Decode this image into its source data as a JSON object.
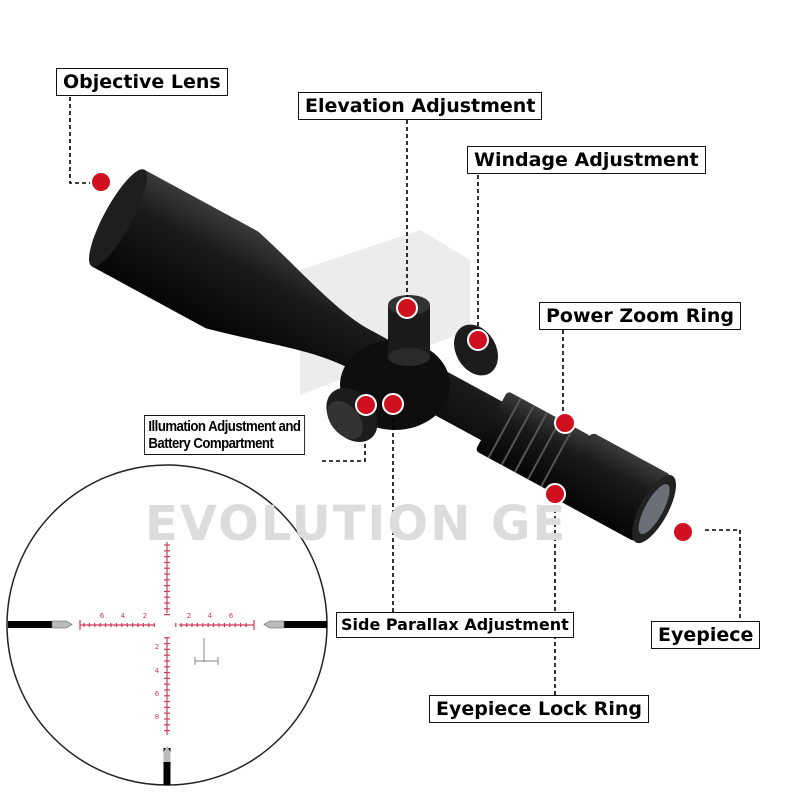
{
  "watermark": "EVOLUTION GE",
  "labels": {
    "objective_lens": "Objective Lens",
    "elevation": "Elevation Adjustment",
    "windage": "Windage Adjustment",
    "power_zoom": "Power Zoom Ring",
    "illumination_line1": "Illumation Adjustment and",
    "illumination_line2": "Battery Compartment",
    "side_parallax": "Side Parallax Adjustment",
    "eyepiece": "Eyepiece",
    "eyepiece_lock": "Eyepiece Lock Ring"
  },
  "reticle": {
    "horizontal_ticks": [
      "6",
      "4",
      "2",
      "2",
      "4",
      "6"
    ],
    "vertical_ticks": [
      "2",
      "4",
      "6",
      "8"
    ]
  },
  "colors": {
    "marker": "#d0101e",
    "reticle": "#d23a5a",
    "scope": "#151515"
  }
}
